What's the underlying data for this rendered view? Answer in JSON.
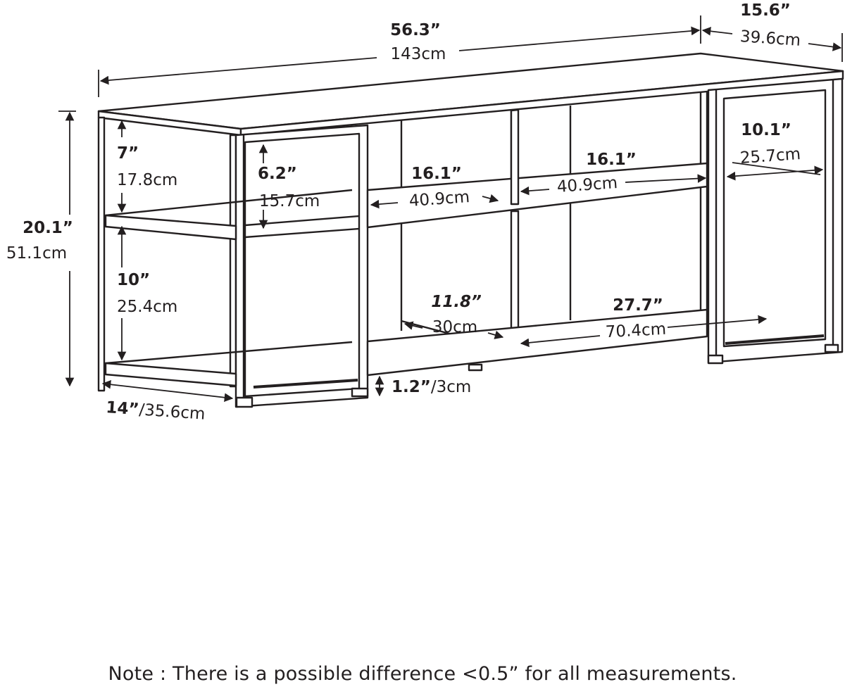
{
  "diagram": {
    "subject": "TV stand with metal frame and shelves",
    "dimensions": {
      "overall_width": {
        "in": "56.3”",
        "cm": "143cm"
      },
      "overall_depth": {
        "in": "15.6”",
        "cm": "39.6cm"
      },
      "overall_height": {
        "in": "20.1”",
        "cm": "51.1cm"
      },
      "left_top_gap": {
        "in": "7”",
        "cm": "17.8cm"
      },
      "left_lower_gap": {
        "in": "10”",
        "cm": "25.4cm"
      },
      "left_inner_top_gap": {
        "in": "6.2”",
        "cm": "15.7cm"
      },
      "middle_shelf_left": {
        "in": "16.1”",
        "cm": "40.9cm"
      },
      "middle_shelf_right": {
        "in": "16.1”",
        "cm": "40.9cm"
      },
      "right_shelf_width": {
        "in": "10.1”",
        "cm": "25.7cm"
      },
      "lower_left_bay": {
        "in": "11.8”",
        "cm": "30cm"
      },
      "lower_right_bay": {
        "in": "27.7”",
        "cm": "70.4cm"
      },
      "side_depth": {
        "in": "14”",
        "cm": "/35.6cm"
      },
      "floor_clearance": {
        "in": "1.2”",
        "cm": "/3cm"
      }
    },
    "note": "Note : There is a possible difference <0.5” for all measurements."
  }
}
